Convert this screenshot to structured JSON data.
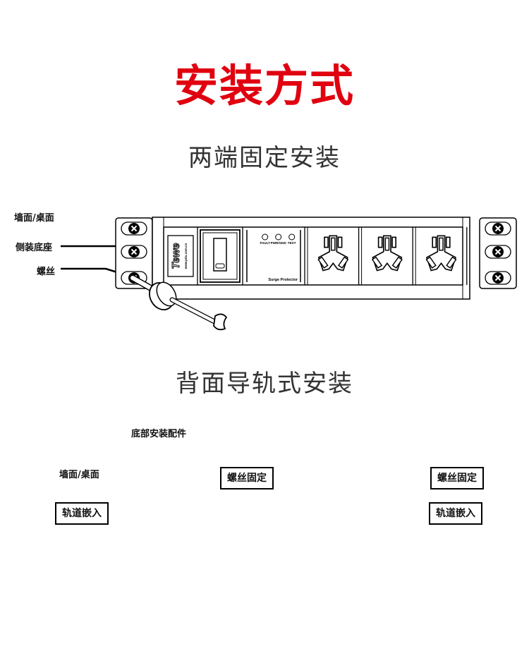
{
  "title": "安装方式",
  "colors": {
    "title": "#e0000f",
    "line": "#000000",
    "subtitle": "#333333"
  },
  "section1": {
    "title": "两端固定安装",
    "labels": {
      "wall": "墙面/桌面",
      "side_base": "侧装底座",
      "screw": "螺丝"
    }
  },
  "section2": {
    "title": "背面导轨式安装",
    "labels": {
      "bottom_accessory": "底部安装配件",
      "wall": "墙面/桌面",
      "screw_fix_left": "螺丝固定",
      "screw_fix_right": "螺丝固定",
      "rail_left": "轨道嵌入",
      "rail_right": "轨道嵌入"
    }
  },
  "device": {
    "brand": "Tewe",
    "url": "www.pdu.com.cn",
    "indicators": [
      "FAULT",
      "PWR/GND",
      "TEST"
    ],
    "module_label": "Surge Protector",
    "outlet_count": 3
  }
}
